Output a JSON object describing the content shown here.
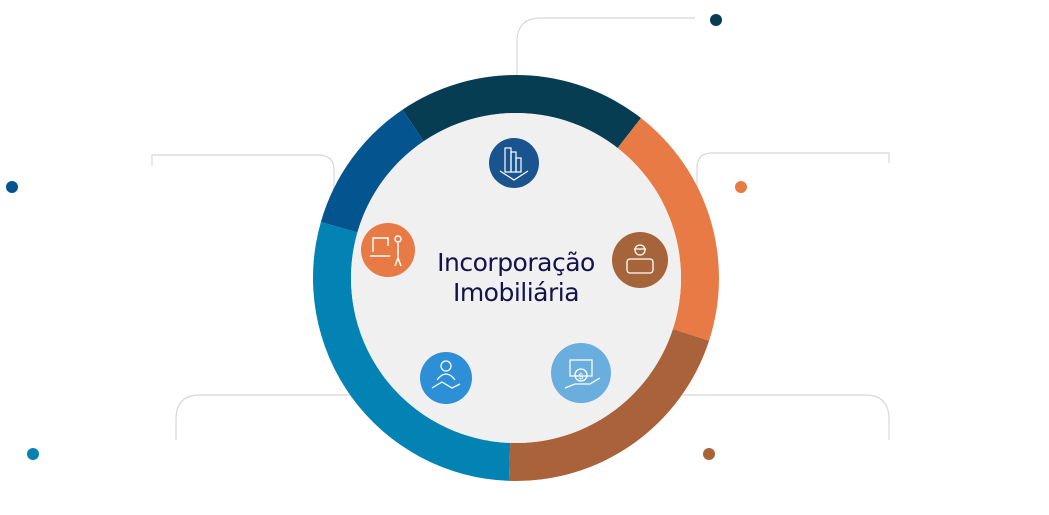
{
  "title_line1": "Incorporação",
  "title_line2": "Imobiliária",
  "colors": {
    "dark_teal": "#063d52",
    "orange": "#e87b45",
    "brown": "#a9623a",
    "cyan_blue": "#0383b4",
    "blue": "#04558f",
    "center": "#f0f0f0",
    "connector": "#d8d8d8"
  },
  "segments": [
    {
      "name": "dark-teal",
      "color": "#063d52",
      "icon": "building-icon",
      "icon_color": "#1a548e"
    },
    {
      "name": "orange",
      "color": "#e87b45",
      "icon": "engineer-blueprint-icon",
      "icon_color": "#a5643a"
    },
    {
      "name": "brown",
      "color": "#a9623a",
      "icon": "money-hand-icon",
      "icon_color": "#6aaedd"
    },
    {
      "name": "cyan-blue",
      "color": "#0383b4",
      "icon": "handshake-icon",
      "icon_color": "#2d8fd5"
    },
    {
      "name": "blue",
      "color": "#04558f",
      "icon": "construction-worker-icon",
      "icon_color": "#e87b45"
    }
  ]
}
